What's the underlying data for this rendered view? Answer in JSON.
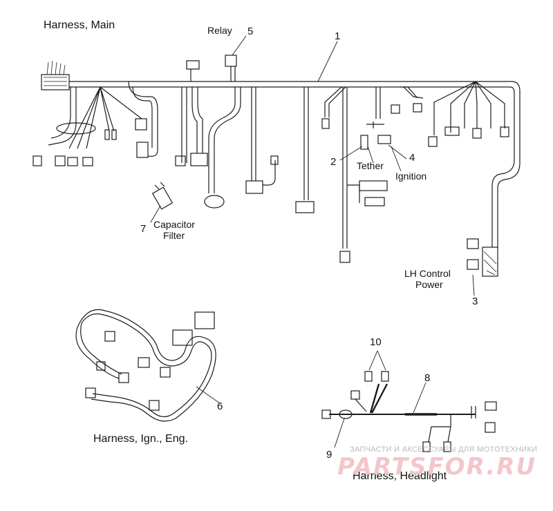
{
  "titles": {
    "main": "Harness, Main",
    "ign_eng": "Harness, Ign., Eng.",
    "headlight": "Harness, Headlight"
  },
  "labels": {
    "relay": "Relay",
    "tether": "Tether",
    "ignition": "Ignition",
    "capacitor_line1": "Capacitor",
    "capacitor_line2": "Filter",
    "lh_line1": "LH Control",
    "lh_line2": "Power"
  },
  "callouts": [
    "1",
    "2",
    "3",
    "4",
    "5",
    "6",
    "7",
    "8",
    "9",
    "10"
  ],
  "watermark": {
    "tagline": "ЗАПЧАСТИ И АКСЕССУАРЫ ДЛЯ МОТОТЕХНИКИ",
    "brand": "PARTSFOR.RU"
  },
  "colors": {
    "line": "#1a1a1a",
    "watermark_logo": "#f3c6cc",
    "watermark_text": "#b9b9b9"
  }
}
